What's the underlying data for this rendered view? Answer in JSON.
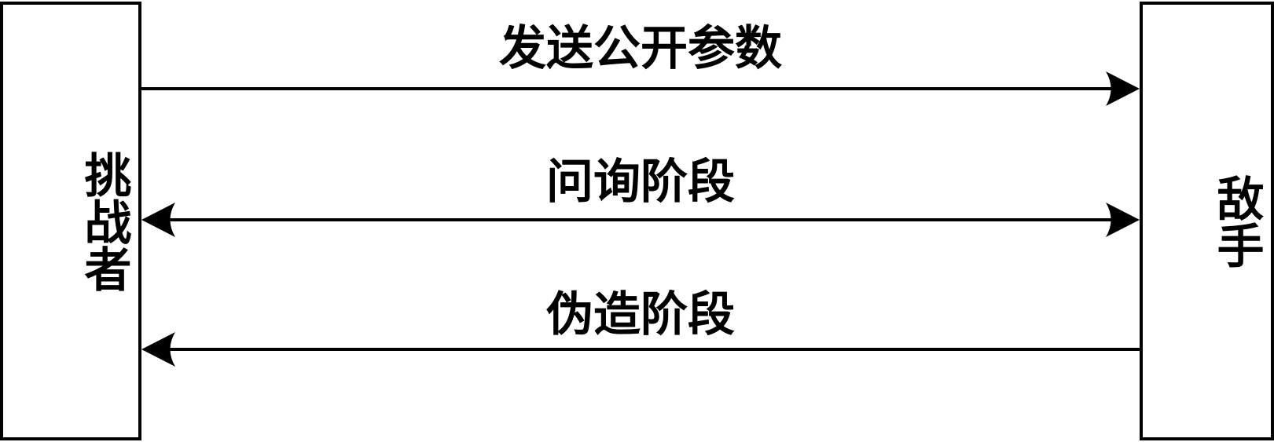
{
  "entities": {
    "challenger": "挑战者",
    "adversary": "敌手"
  },
  "flows": [
    {
      "label": "发送公开参数",
      "direction": "challenger-to-adversary"
    },
    {
      "label": "问询阶段",
      "direction": "bidirectional"
    },
    {
      "label": "伪造阶段",
      "direction": "adversary-to-challenger"
    }
  ],
  "colors": {
    "stroke": "#000000",
    "background": "#ffffff"
  }
}
